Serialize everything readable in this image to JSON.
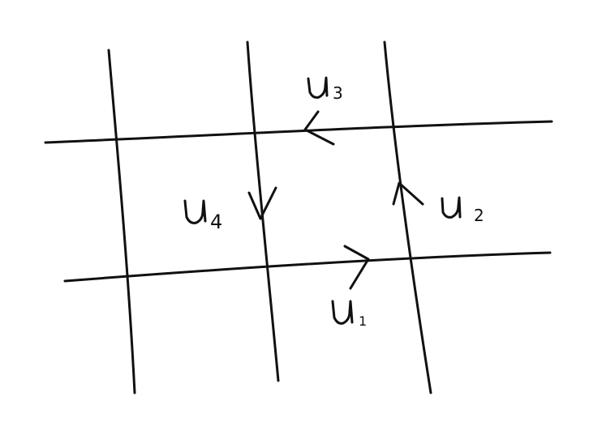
{
  "diagram": {
    "labels": {
      "u1": {
        "base": "u",
        "index": "1"
      },
      "u2": {
        "base": "u",
        "index": "2"
      },
      "u3": {
        "base": "u",
        "index": "3"
      },
      "u4": {
        "base": "u",
        "index": "4"
      }
    },
    "stroke_color": "#111111",
    "background_color": "#ffffff"
  }
}
